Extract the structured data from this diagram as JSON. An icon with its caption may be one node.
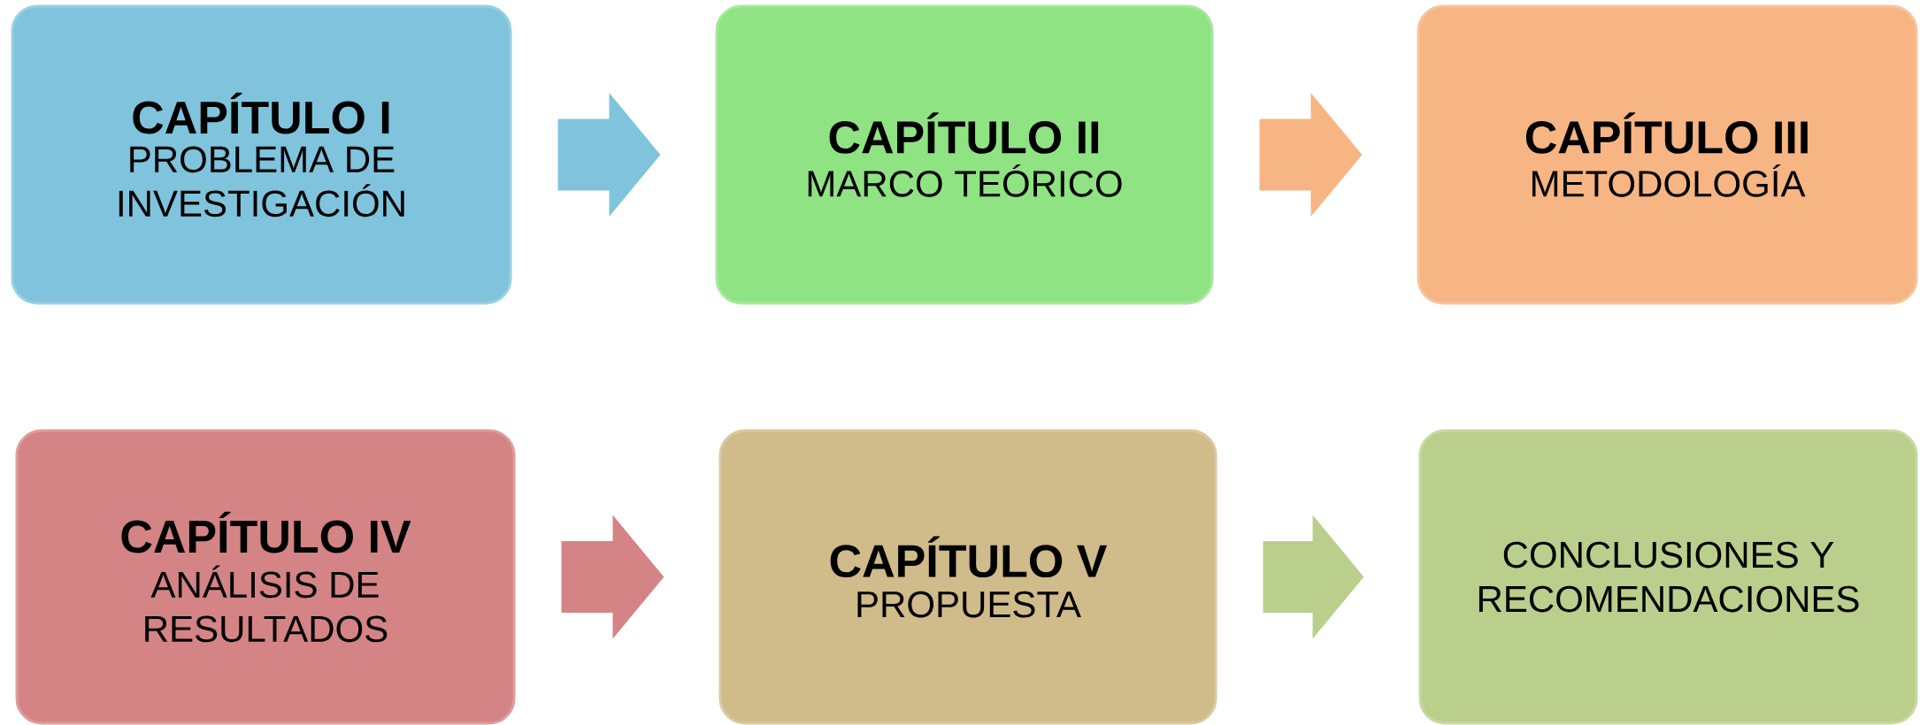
{
  "diagram": {
    "nodes": [
      {
        "text": [
          "CAPÍTULO I",
          "PROBLEMA DE INVESTIGACIÓN"
        ]
      },
      {
        "text": [
          "CAPÍTULO II",
          "MARCO TEÓRICO"
        ]
      },
      {
        "text": [
          "CAPÍTULO III",
          "METODOLOGÍA"
        ]
      },
      {
        "text": [
          "CAPÍTULO IV",
          "ANÁLISIS DE RESULTADOS"
        ]
      },
      {
        "text": [
          "CAPÍTULO V",
          "PROPUESTA"
        ]
      },
      {
        "text": [
          "CONCLUSIONES Y RECOMENDACIONES"
        ]
      }
    ],
    "edges": [
      {
        "from": 0,
        "to": 1,
        "arrow": "to",
        "color": "#7fc4dc"
      },
      {
        "from": 1,
        "to": 2,
        "arrow": "to",
        "color": "#f6b583"
      },
      {
        "from": 3,
        "to": 4,
        "arrow": "to",
        "color": "#d48484"
      },
      {
        "from": 4,
        "to": 5,
        "arrow": "to",
        "color": "#bbcf8c"
      }
    ]
  }
}
